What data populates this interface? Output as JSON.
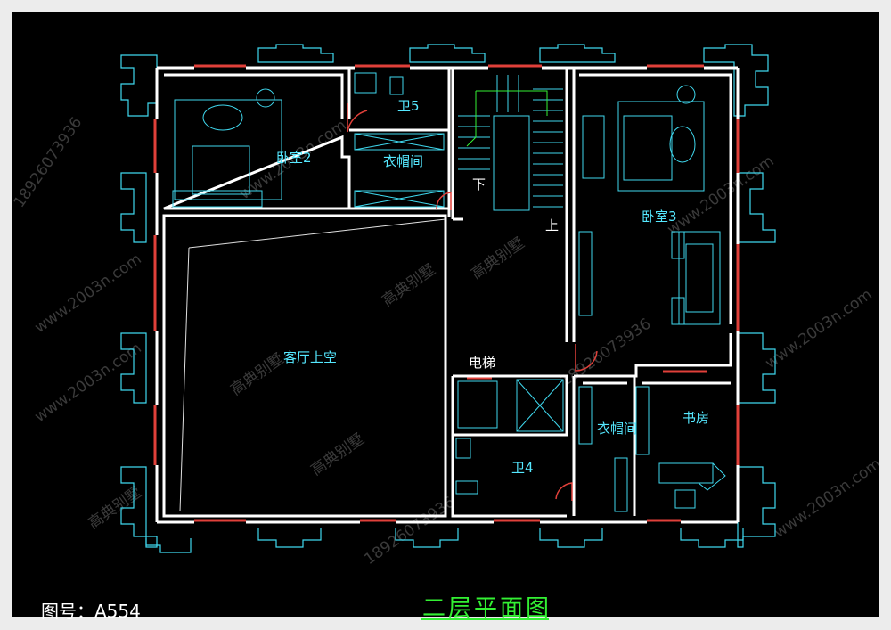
{
  "drawing": {
    "title": "二层平面图",
    "number": "图号：A554"
  },
  "rooms": {
    "bedroom2": "卧室2",
    "bedroom3": "卧室3",
    "closet_top": "衣帽间",
    "closet_bottom": "衣帽间",
    "wc5": "卫5",
    "wc4": "卫4",
    "living_void": "客厅上空",
    "elevator": "电梯",
    "study": "书房",
    "stair_down": "下",
    "stair_up": "上"
  },
  "watermarks": {
    "site": "www.2003n.com",
    "phone": "18926073936",
    "brand": "高典别墅"
  },
  "colors": {
    "background": "#000000",
    "walls": "#ffffff",
    "windows": "#e0403a",
    "outline": "#3fd8ee",
    "title": "#33f033",
    "watermark": "#6a6a6a"
  }
}
